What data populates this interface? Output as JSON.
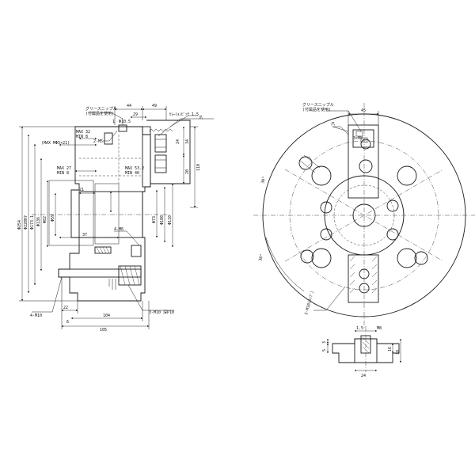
{
  "labels": {
    "grease_top": "グリースニップル",
    "grease_top_sub": "(付属品を使用)",
    "thread_pitch": "ｾﾚｰｼｮﾝﾋﾟｯﾁ 1.5",
    "jaw_arrow": "爪",
    "d44": "44",
    "d49": "49",
    "d29": "29",
    "d1_top": "1",
    "phi10": "Φ10.5",
    "m5": "2-M5",
    "max32": "MAX 32",
    "min8": "MIN 8",
    "max_minus": "(MAX MΦ5×21)",
    "max27": "MAX 27",
    "min_b": "MIN 8",
    "max53": "MAX 53.2",
    "min40": "MIN 40",
    "d21": "21",
    "d37": "37",
    "m6": "4-M6",
    "d104": "104",
    "d105": "105",
    "d22": "22",
    "d6": "6",
    "m10": "4-M10",
    "m10p": "3-M10 深P10",
    "phi254": "Φ254",
    "phi220": "Φ220H7",
    "phi173": "Φ173.1",
    "phi136": "Φ136",
    "phi82": "Φ82",
    "phi59": "Φ59",
    "phi73": "Φ73",
    "phi100": "Φ100",
    "phi110": "Φ110",
    "d34": "34",
    "d20": "20",
    "d110": "110",
    "d24": "24",
    "grease_right": "グリースニップル",
    "grease_right_sub": "(付属品を使用)",
    "d45": "45",
    "jaw_right": "爪",
    "angle_a": "30°",
    "angle_b": "30°",
    "m8": "3×M8",
    "m10_right": "3-M10(ﾀｯﾌﾟ)",
    "serr": "1.5",
    "m8b": "M8",
    "d24b": "24",
    "d3": "3",
    "d5": "5",
    "d16": "16",
    "d18": "18"
  }
}
